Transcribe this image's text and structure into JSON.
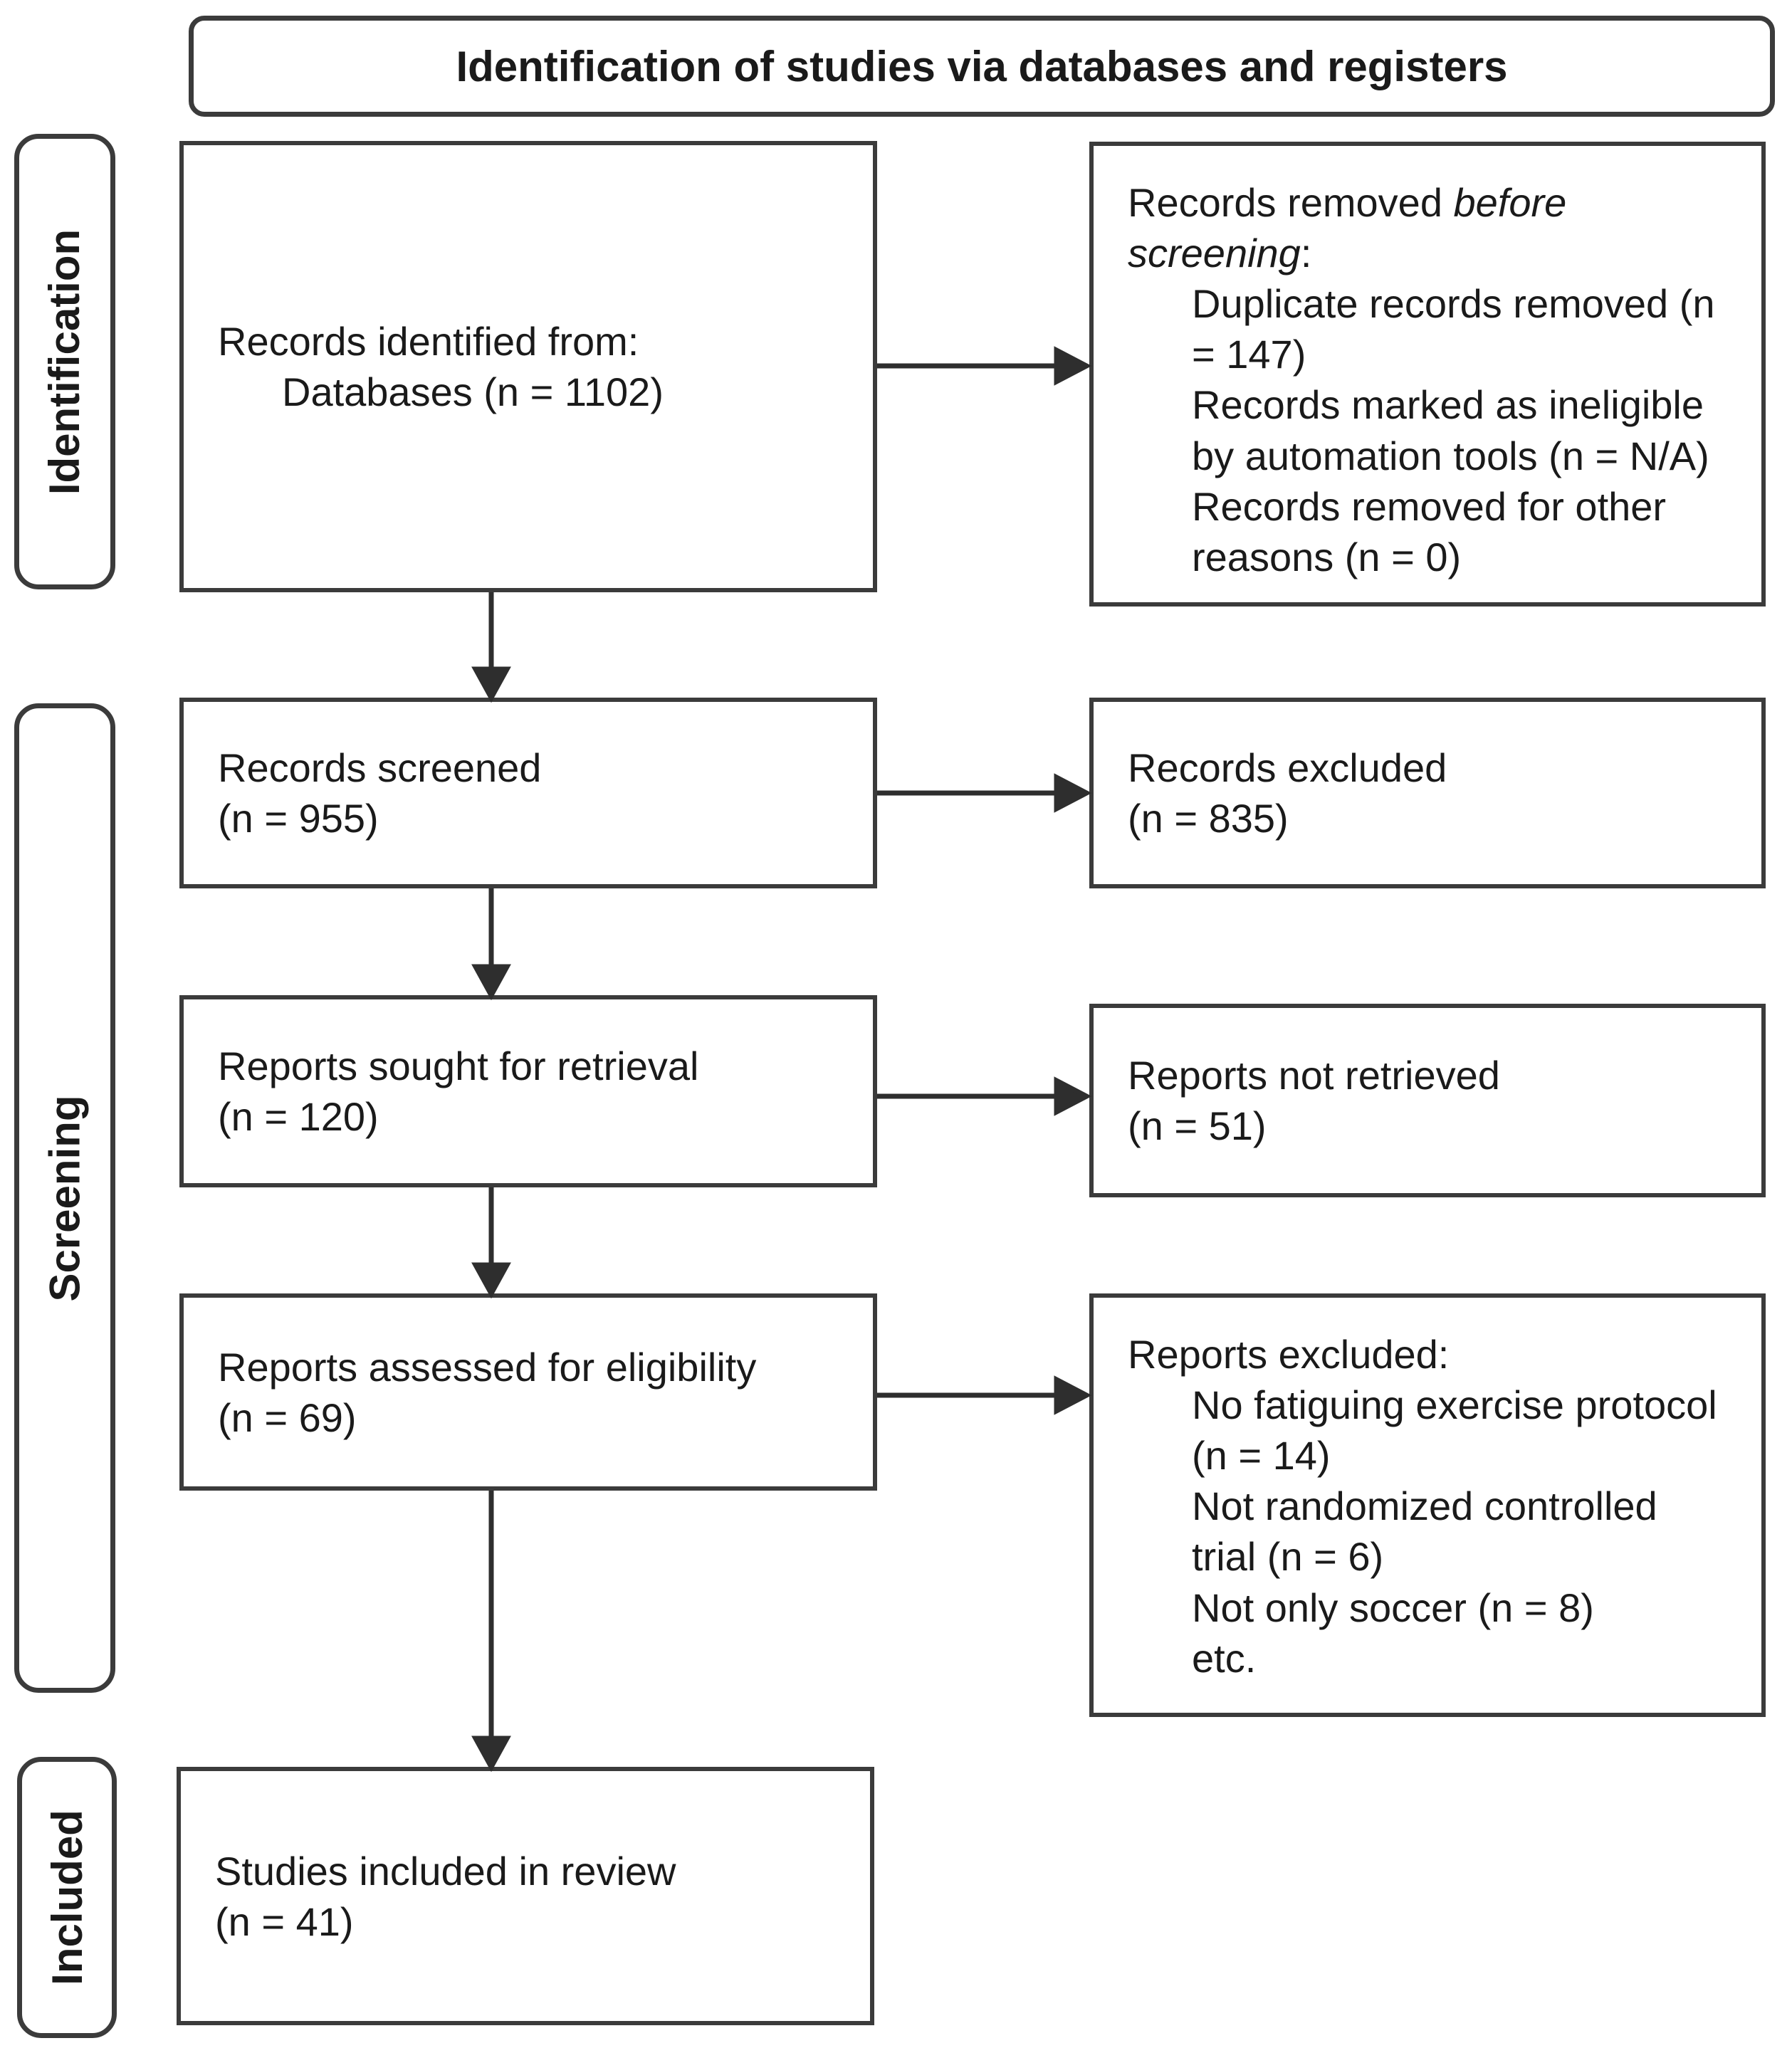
{
  "title": "Identification of studies via databases and registers",
  "sidebar": {
    "identification": "Identification",
    "screening": "Screening",
    "included": "Included"
  },
  "flow": {
    "records_identified": {
      "line1": "Records identified from:",
      "line2": "Databases (n = 1102)"
    },
    "records_screened": {
      "line1": "Records screened",
      "line2": "(n = 955)"
    },
    "reports_sought": {
      "line1": "Reports sought for retrieval",
      "line2": "(n = 120)"
    },
    "reports_assessed": {
      "line1": "Reports assessed for eligibility",
      "line2": "(n = 69)"
    },
    "studies_included": {
      "line1": "Studies included in review",
      "line2": "(n = 41)"
    }
  },
  "exclusions": {
    "removed_before_screening": {
      "heading_prefix": "Records removed ",
      "heading_italic": "before screening",
      "heading_suffix": ":",
      "reasons": [
        "Duplicate records removed (n = 147)",
        "Records marked as ineligible by automation tools (n = N/A)",
        "Records removed for other reasons (n = 0)"
      ]
    },
    "records_excluded": {
      "line1": "Records excluded",
      "line2": "(n = 835)"
    },
    "reports_not_retrieved": {
      "line1": "Reports not retrieved",
      "line2": "(n = 51)"
    },
    "reports_excluded": {
      "heading": "Reports excluded:",
      "reasons": [
        "No fatiguing exercise protocol (n = 14)",
        "Not randomized controlled trial (n = 6)",
        "Not only soccer (n = 8)",
        "etc."
      ]
    }
  },
  "colors": {
    "line": "#2e2e2e",
    "border": "#3b3b3b",
    "text": "#1a1a1a",
    "background": "#ffffff"
  }
}
